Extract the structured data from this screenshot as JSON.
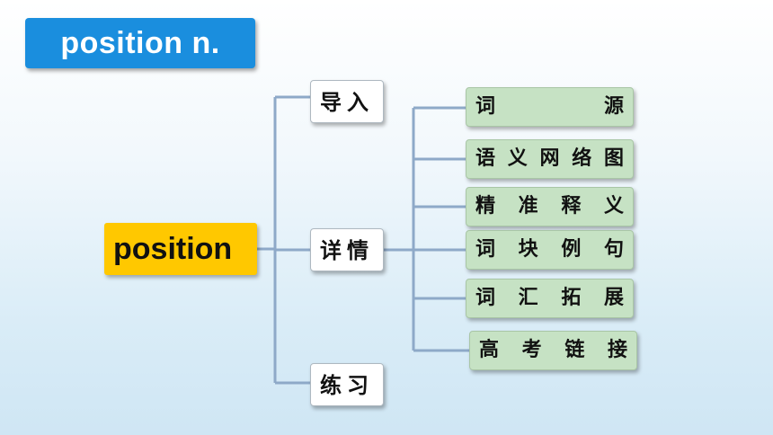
{
  "title": "position  n.",
  "root": "position",
  "branches": [
    {
      "label": "导入"
    },
    {
      "label": "详情"
    },
    {
      "label": "练习"
    }
  ],
  "details": [
    {
      "label": "词源",
      "chars": [
        "词",
        "源"
      ]
    },
    {
      "label": "语义网络图",
      "chars": [
        "语",
        "义",
        "网",
        "络",
        "图"
      ]
    },
    {
      "label": "精准释义",
      "chars": [
        "精",
        "准",
        "释",
        "义"
      ]
    },
    {
      "label": "词块例句",
      "chars": [
        "词",
        "块",
        "例",
        "句"
      ]
    },
    {
      "label": "词汇拓展",
      "chars": [
        "词",
        "汇",
        "拓",
        "展"
      ]
    },
    {
      "label": "高考链接",
      "chars": [
        "高",
        "考",
        "链",
        "接"
      ]
    }
  ],
  "colors": {
    "title_bg": "#1a8ede",
    "root_bg": "#ffc800",
    "leaf_bg": "#c6e2c4",
    "line": "#8ea9c8"
  }
}
